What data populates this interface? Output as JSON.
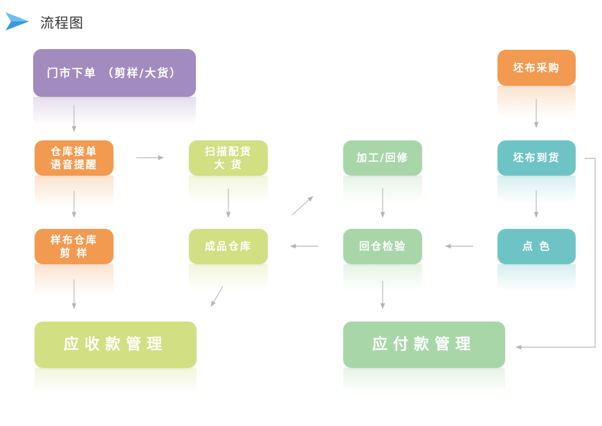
{
  "header": {
    "title": "流程图",
    "accent_color": "#3a9ad9"
  },
  "nodes": {
    "store_order": {
      "label": "门市下单 （剪样/大货）",
      "color": "#a28bbf"
    },
    "warehouse_order": {
      "line1": "仓库接单",
      "line2": "语音提醒",
      "color": "#f19a50"
    },
    "sample_warehouse": {
      "line1": "样布仓库",
      "line2": "剪 样",
      "color": "#f19a50"
    },
    "receivable": {
      "label": "应收款管理",
      "color": "#d2df82"
    },
    "scan_dispatch": {
      "line1": "扫描配货",
      "line2": "大 货",
      "color": "#d2df82"
    },
    "finished_warehouse": {
      "label": "成品仓库",
      "color": "#d2df82"
    },
    "processing": {
      "label": "加工/回修",
      "color": "#a8d6a9"
    },
    "return_inspect": {
      "label": "回仓检验",
      "color": "#a8d6a9"
    },
    "payable": {
      "label": "应付款管理",
      "color": "#a8d6a9"
    },
    "greige_purchase": {
      "label": "坯布采购",
      "color": "#f19a50"
    },
    "greige_arrival": {
      "label": "坯布到货",
      "color": "#6ec4c5"
    },
    "color_check": {
      "label": "点 色",
      "color": "#6ec4c5"
    }
  }
}
